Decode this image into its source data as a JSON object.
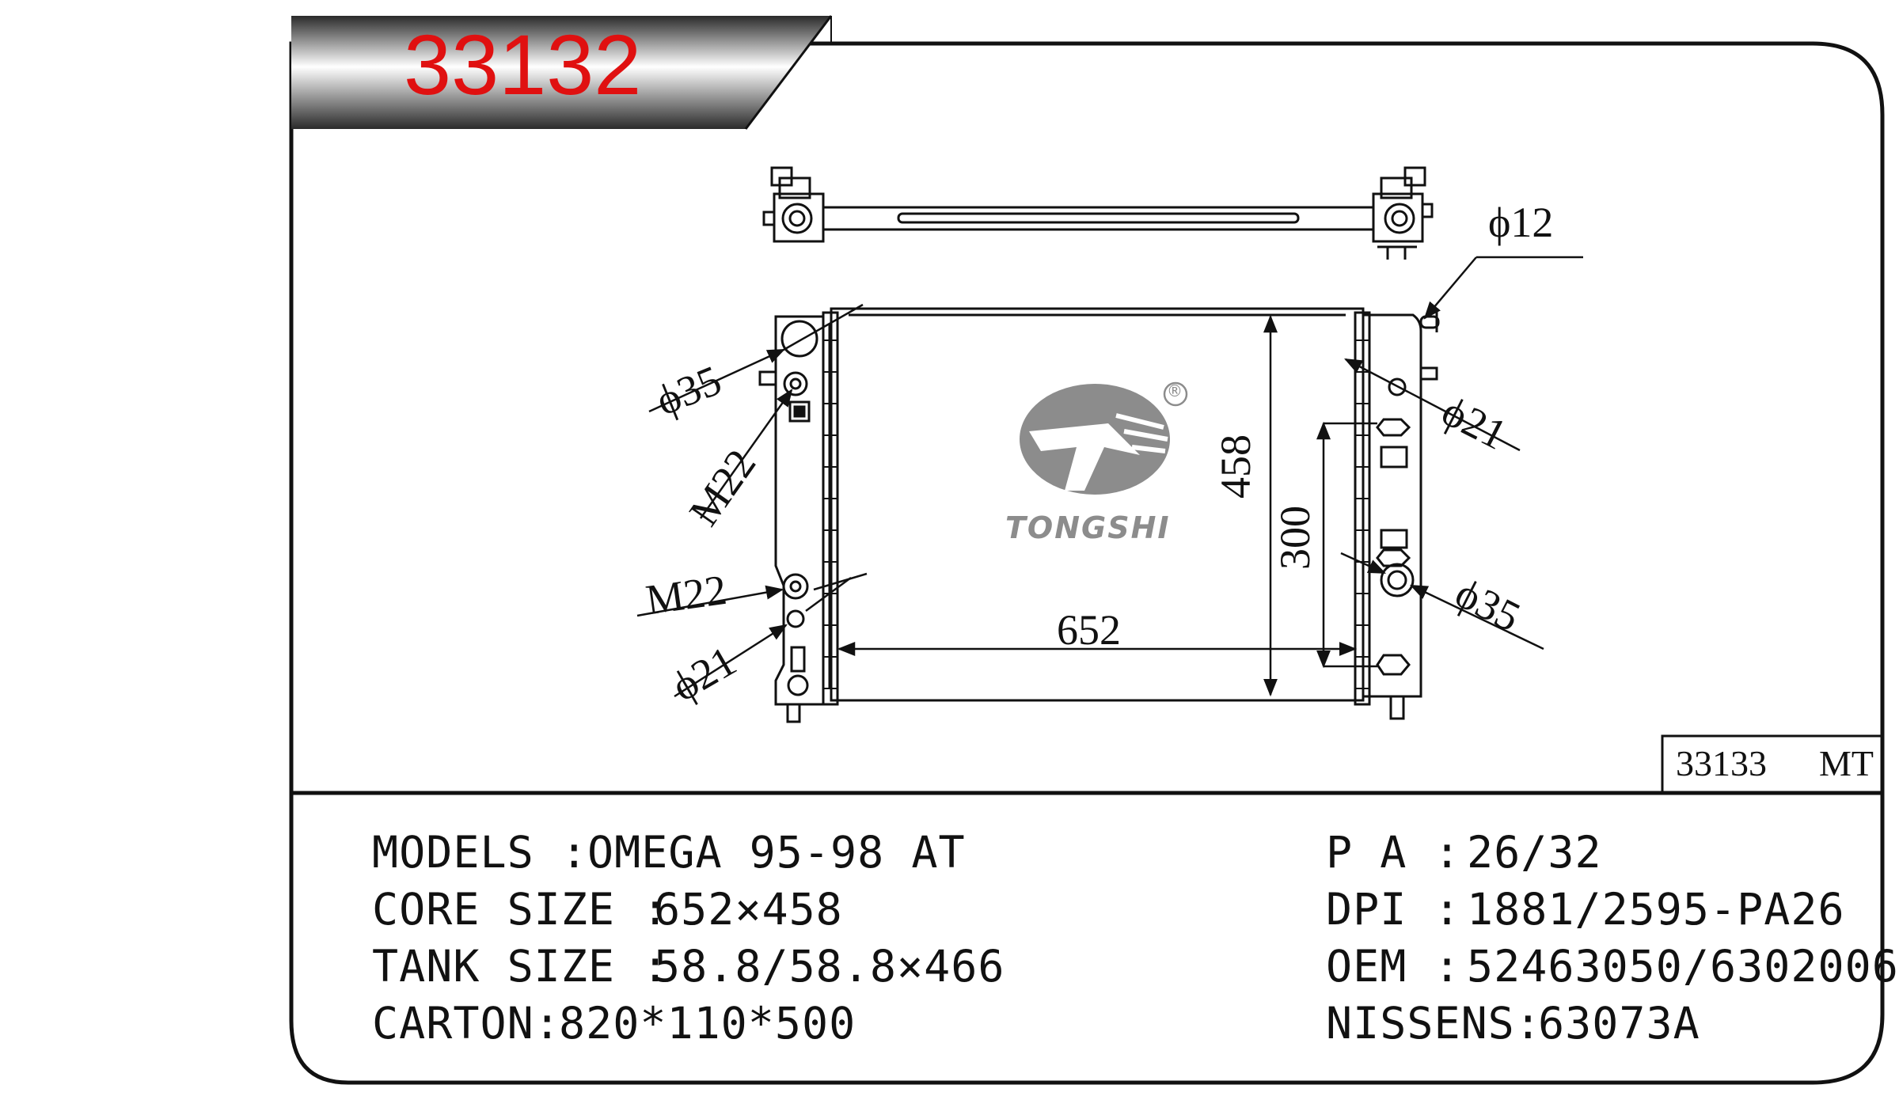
{
  "part_number": "33132",
  "colors": {
    "part_number": "#e01010",
    "line": "#111111",
    "logo": "#8c8c8c"
  },
  "logo": {
    "brand": "TONGSHI",
    "registered_mark": "®"
  },
  "dimensions": {
    "core_width": "652",
    "core_height": "458",
    "inner_height": "300",
    "d12": "ϕ12",
    "d35_left": "ϕ35",
    "m22_top": "M22",
    "m22_bottom": "M22",
    "d21_left": "ϕ21",
    "d21_right": "ϕ21",
    "d35_right": "ϕ35"
  },
  "variant_box": {
    "code": "33133",
    "type": "MT"
  },
  "specs": {
    "models_label": "MODELS :",
    "models_value": "OMEGA 95-98 AT",
    "core_size_label": "CORE SIZE :",
    "core_size_value": "652×458",
    "tank_size_label": "TANK SIZE :",
    "tank_size_value": "58.8/58.8×466",
    "carton_label": "CARTON:",
    "carton_value": "820*110*500",
    "pa_label": "P A :",
    "pa_value": "26/32",
    "dpi_label": "DPI :",
    "dpi_value": "1881/2595-PA26",
    "oem_label": "OEM :",
    "oem_value": "52463050/6302006",
    "nissens_label": "NISSENS:",
    "nissens_value": "63073A"
  }
}
